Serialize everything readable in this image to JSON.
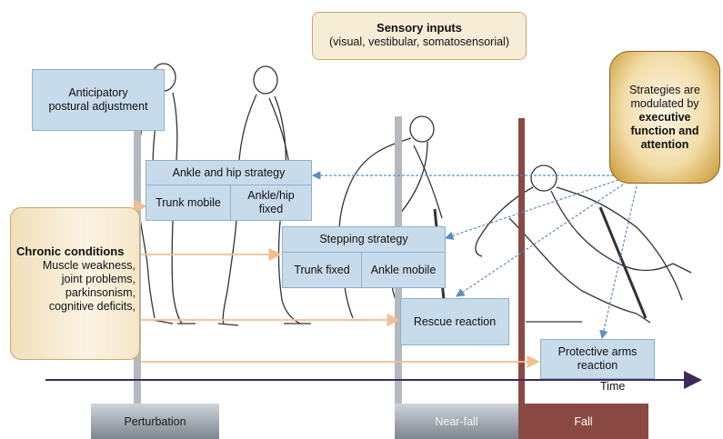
{
  "sensory": {
    "title": "Sensory inputs",
    "subtitle": "(visual, vestibular, somatosensorial)"
  },
  "anticipatory": {
    "line1": "Anticipatory",
    "line2": "postural adjustment"
  },
  "ankle_hip": {
    "title": "Ankle and hip strategy",
    "left": "Trunk mobile",
    "right_line1": "Ankle/hip",
    "right_line2": "fixed"
  },
  "stepping": {
    "title": "Stepping strategy",
    "left": "Trunk fixed",
    "right": "Ankle mobile"
  },
  "rescue": "Rescue reaction",
  "protective": {
    "line1": "Protective arms",
    "line2": "reaction"
  },
  "chronic": {
    "title": "Chronic conditions",
    "items": [
      "Muscle weakness,",
      "joint problems,",
      "parkinsonism,",
      "cognitive deficits,"
    ]
  },
  "executive": {
    "line1": "Strategies are",
    "line2": "modulated by",
    "bold1": "executive",
    "bold2": "function and",
    "bold3": "attention"
  },
  "time_label": "Time",
  "phases": {
    "perturbation": "Perturbation",
    "near_fall": "Near-fall",
    "fall": "Fall"
  },
  "colors": {
    "box_blue": "#c8dbeb",
    "arrow_peach": "#f3c9a4",
    "arrow_blue": "#5b8fc2",
    "fall_bar": "#8a4a43",
    "gray_bar": "#b5b9bd",
    "time_axis": "#3d2a5c"
  }
}
